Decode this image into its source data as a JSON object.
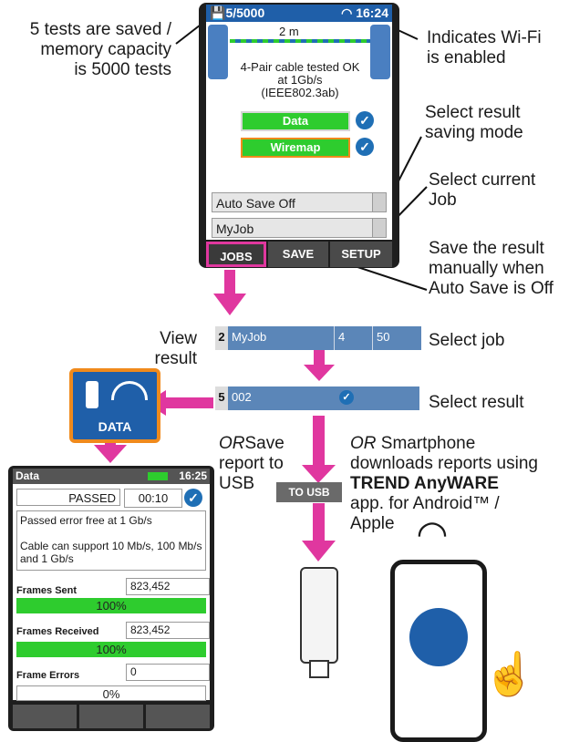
{
  "callouts": {
    "saved": "5 tests are saved /\nmemory capacity\nis 5000 tests",
    "wifi": "Indicates Wi-Fi\nis enabled",
    "saving_mode": "Select result\nsaving mode",
    "current_job": "Select current\nJob",
    "save_manual": "Save the result\nmanually when\nAuto Save is Off",
    "view_result": "View\nresult",
    "select_job": "Select job",
    "select_result": "Select result",
    "or_save": "Save\nreport to\nUSB",
    "or_word": "OR",
    "or_smart_1": " Smartphone",
    "or_smart_2": "downloads reports using",
    "or_smart_brand": "TREND AnyWARE",
    "or_smart_3": "app. for Android™ /\nApple"
  },
  "device": {
    "count": "5/5000",
    "time": "16:24",
    "distance": "2 m",
    "result": "4-Pair cable tested OK\nat 1Gb/s\n(IEEE802.3ab)",
    "btn_data": "Data",
    "btn_wiremap": "Wiremap",
    "select_autosave": "Auto Save Off",
    "select_job": "MyJob",
    "soft_jobs": "JOBS",
    "soft_save": "SAVE",
    "soft_setup": "SETUP"
  },
  "job_strip": {
    "index": "2",
    "name": "MyJob",
    "col2": "4",
    "col3": "50"
  },
  "result_strip": {
    "index": "5",
    "name": "002"
  },
  "data_icon": {
    "label": "DATA"
  },
  "to_usb": "TO USB",
  "data_device": {
    "title": "Data",
    "time": "16:25",
    "status": "PASSED",
    "duration": "00:10",
    "msg1": "Passed error free at 1 Gb/s",
    "msg2": "Cable can support 10 Mb/s, 100 Mb/s and 1 Gb/s",
    "frames_sent_label": "Frames Sent",
    "frames_sent": "823,452",
    "frames_sent_pct": "100%",
    "frames_recv_label": "Frames Received",
    "frames_recv": "823,452",
    "frames_recv_pct": "100%",
    "frame_err_label": "Frame Errors",
    "frame_err": "0",
    "frame_err_pct": "0%"
  },
  "colors": {
    "accent": "#e0379f",
    "blue": "#1f5fa9",
    "green": "#2ecc2e",
    "orange": "#f08a1c"
  }
}
